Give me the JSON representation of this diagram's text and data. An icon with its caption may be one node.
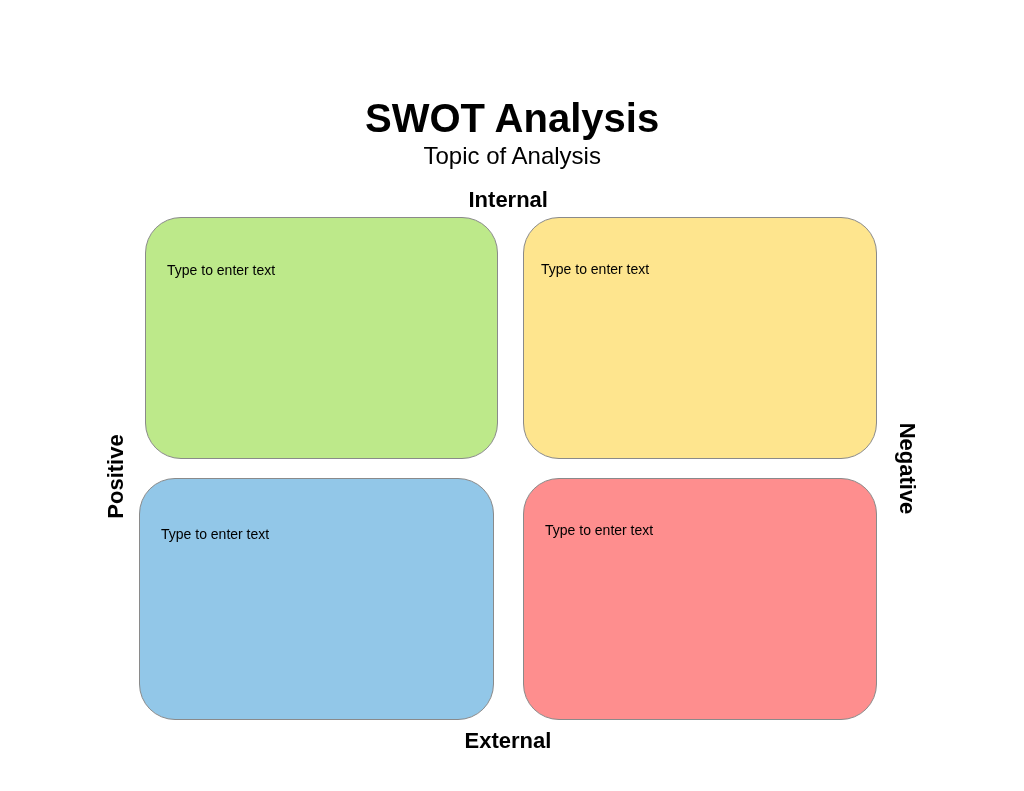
{
  "diagram": {
    "title": "SWOT Analysis",
    "nodes": [
      {
        "text": [
          "Type to enter text"
        ]
      },
      {
        "text": [
          "Type to enter text"
        ]
      },
      {
        "text": [
          "Type to enter text"
        ]
      },
      {
        "text": [
          "Type to enter text"
        ]
      }
    ],
    "labels": [
      "Topic of Analysis",
      "Internal",
      "Positive",
      "Negative",
      "External"
    ]
  }
}
